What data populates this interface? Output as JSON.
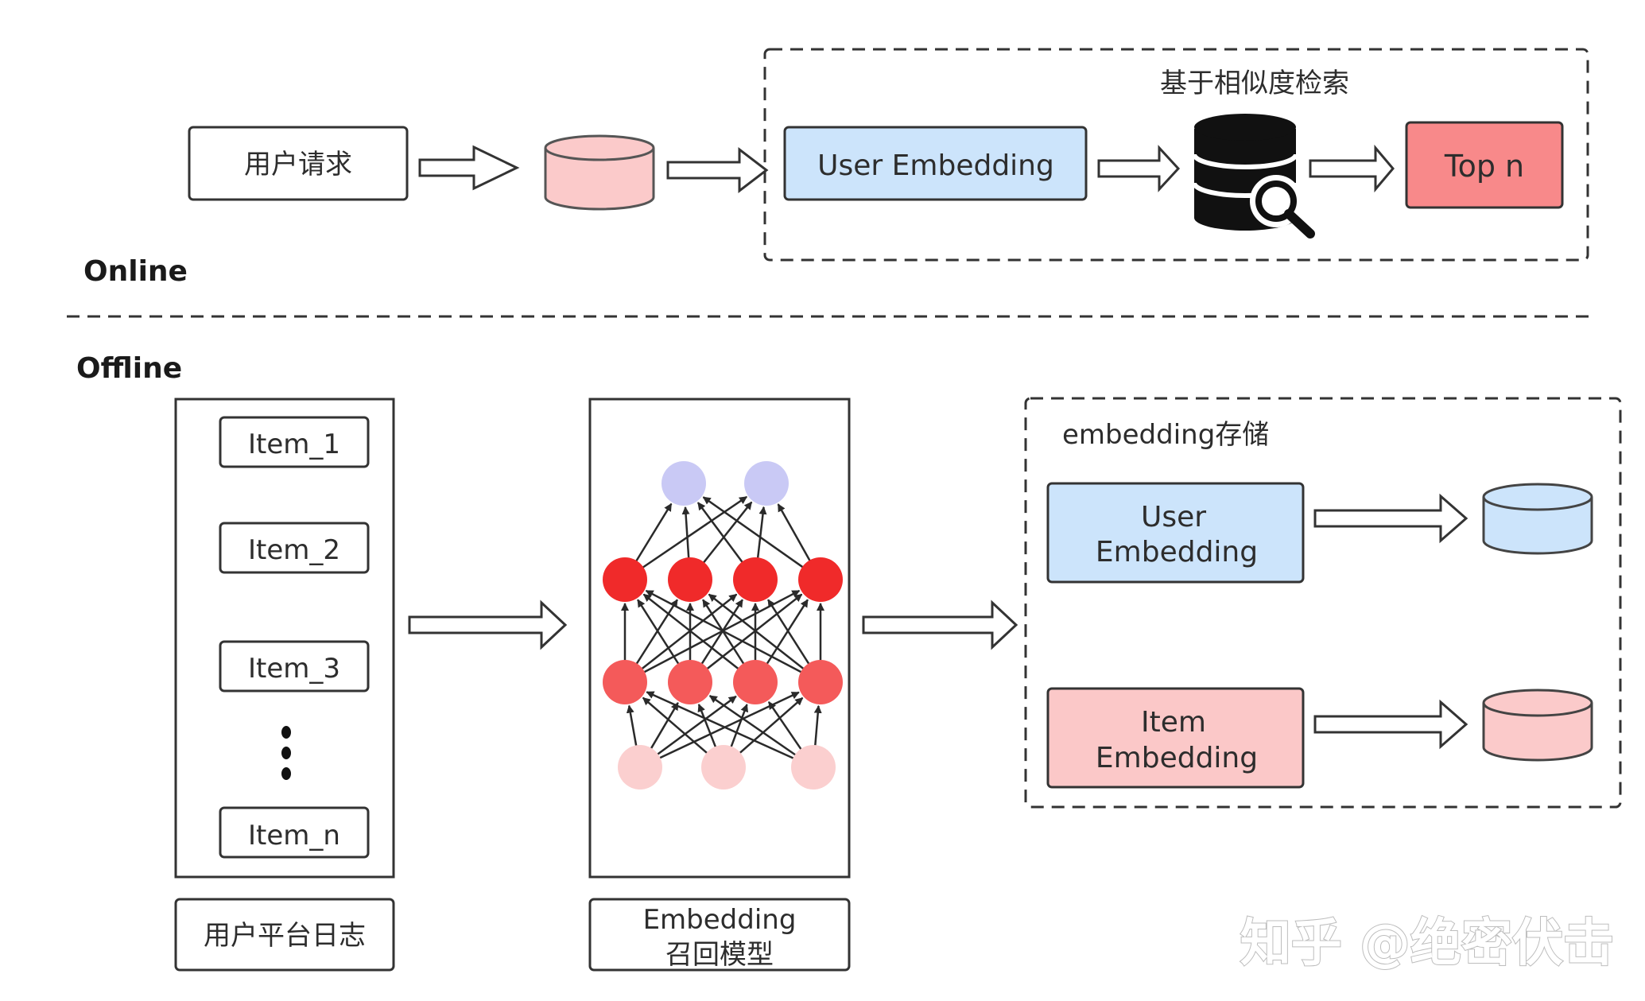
{
  "online": {
    "label": "Online",
    "user_request": "用户请求",
    "search_group_title": "基于相似度检索",
    "user_embedding": "User Embedding",
    "top_n": "Top n"
  },
  "offline": {
    "label": "Offline",
    "items": [
      "Item_1",
      "Item_2",
      "Item_3",
      "Item_n"
    ],
    "log_caption": "用户平台日志",
    "model_caption_line1": "Embedding",
    "model_caption_line2": "召回模型",
    "storage_title": "embedding存储",
    "user_embedding_line1": "User",
    "user_embedding_line2": "Embedding",
    "item_embedding_line1": "Item",
    "item_embedding_line2": "Embedding"
  },
  "watermark": "知乎 @绝密伏击",
  "colors": {
    "blue_box": "#cce4fb",
    "pink_box": "#fbc8c8",
    "top_n": "#f8898a",
    "db_pink": "#fbcaca",
    "db_blue": "#cce4fb",
    "node_top": "#c9c9f5",
    "node_red": "#f02a2a",
    "node_mid": "#f45a5a",
    "node_bottom": "#fbcfcf"
  },
  "icons": [
    "database-icon",
    "database-search-icon",
    "neural-network-icon",
    "arrow-right-icon"
  ]
}
